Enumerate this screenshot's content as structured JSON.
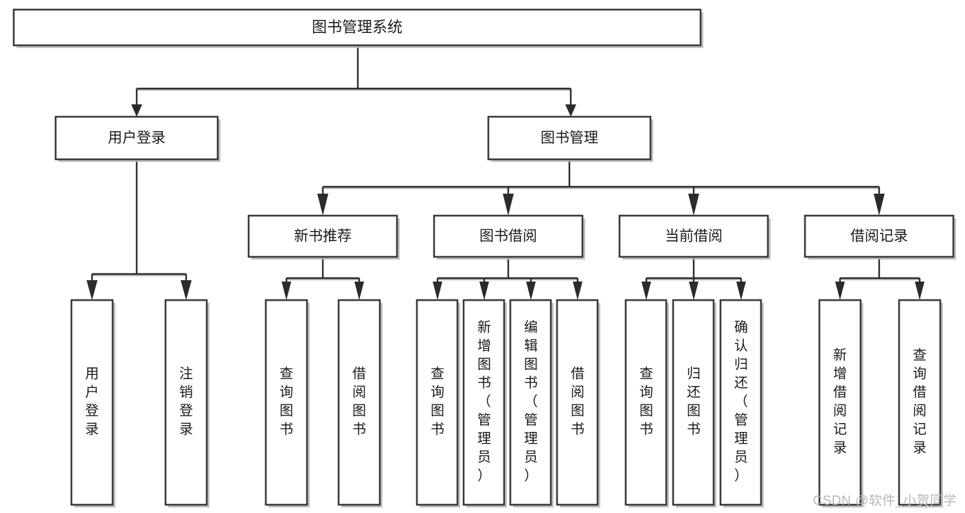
{
  "diagram": {
    "title": "图书管理系统",
    "type": "hierarchy-tree",
    "root": {
      "id": "root",
      "label": "图书管理系统",
      "level": 1
    },
    "level2": [
      {
        "id": "user-login",
        "label": "用户登录"
      },
      {
        "id": "book-management",
        "label": "图书管理"
      }
    ],
    "level3": [
      {
        "id": "new-book-recommend",
        "label": "新书推荐",
        "parent": "book-management"
      },
      {
        "id": "book-borrow",
        "label": "图书借阅",
        "parent": "book-management"
      },
      {
        "id": "current-borrow",
        "label": "当前借阅",
        "parent": "book-management"
      },
      {
        "id": "borrow-record",
        "label": "借阅记录",
        "parent": "book-management"
      }
    ],
    "leaves": [
      {
        "id": "leaf-user-login",
        "label": "用户登录",
        "parent": "user-login"
      },
      {
        "id": "leaf-logout-login",
        "label": "注销登录",
        "parent": "user-login"
      },
      {
        "id": "leaf-query-book-1",
        "label": "查询图书",
        "parent": "new-book-recommend"
      },
      {
        "id": "leaf-borrow-book-1",
        "label": "借阅图书",
        "parent": "new-book-recommend"
      },
      {
        "id": "leaf-query-book-2",
        "label": "查询图书",
        "parent": "book-borrow"
      },
      {
        "id": "leaf-add-book",
        "label": "新增图书（管理员）",
        "parent": "book-borrow"
      },
      {
        "id": "leaf-edit-book",
        "label": "编辑图书（管理员）",
        "parent": "book-borrow"
      },
      {
        "id": "leaf-borrow-book-2",
        "label": "借阅图书",
        "parent": "book-borrow"
      },
      {
        "id": "leaf-query-book-3",
        "label": "查询图书",
        "parent": "current-borrow"
      },
      {
        "id": "leaf-return-book",
        "label": "归还图书",
        "parent": "current-borrow"
      },
      {
        "id": "leaf-confirm-return",
        "label": "确认归还（管理员）",
        "parent": "current-borrow"
      },
      {
        "id": "leaf-add-borrow-rec",
        "label": "新增借阅记录",
        "parent": "borrow-record"
      },
      {
        "id": "leaf-query-borrow-rec",
        "label": "查询借阅记录",
        "parent": "borrow-record"
      }
    ]
  },
  "watermark": {
    "text": "CSDN @软件_小贺同学"
  },
  "colors": {
    "box_border": "#3a3a3a",
    "box_fill": "#ffffff",
    "connector": "#2b2b2b",
    "text": "#1a1a1a",
    "watermark": "#b6b6b6"
  }
}
